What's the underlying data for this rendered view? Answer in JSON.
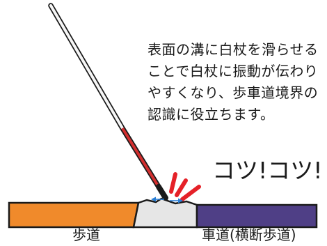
{
  "caption": {
    "lines": [
      "表面の溝に白杖を滑らせる",
      "ことで白杖に振動が伝わり",
      "やすくなり、歩車道境界の",
      "認識に役立ちます。"
    ]
  },
  "sound_effect": "コツ!コツ!",
  "labels": {
    "sidewalk": "歩道",
    "roadway": "車道(横断歩道)"
  },
  "colors": {
    "sidewalk": "#f08a2b",
    "roadway": "#4f3f86",
    "curb": "#e6e6e6",
    "cane_white": "#f6f6f6",
    "cane_red": "#d32f2f",
    "impact_red": "#e52128",
    "arrow_blue": "#2a7fd6",
    "outline": "#1a1a1a"
  }
}
